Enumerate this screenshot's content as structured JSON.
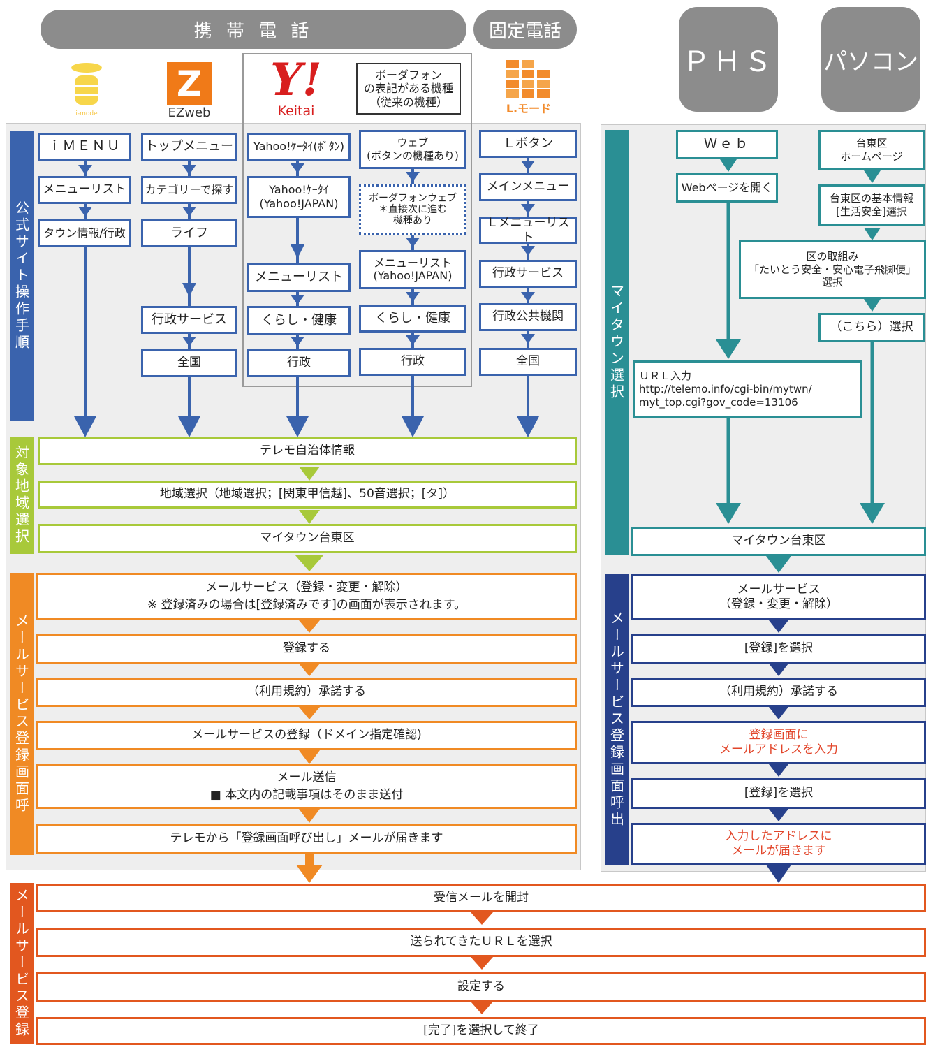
{
  "header": {
    "mobile": "携 帯 電 話",
    "landline": "固定電話",
    "phs": "ＰＨＳ",
    "pc": "パソコン"
  },
  "logos": {
    "imode": "i-mode",
    "ezweb": "EZweb",
    "yahoo_mark": "Y!",
    "yahoo_sub": "Keitai",
    "lmode": "L.モード"
  },
  "vodafone_note": "ボーダフォン\nの表記がある機種\n（従来の機種）",
  "side_labels": {
    "official": "公式サイト操作手順",
    "area": "対象地域選択",
    "mail_call": "メールサービス登録画面呼",
    "mytown": "マイタウン選択",
    "mail_call_right": "メールサービス登録画面呼出",
    "mail_register": "メールサービス登録"
  },
  "columns": {
    "imode": [
      "ｉＭＥＮＵ",
      "メニューリスト",
      "タウン情報/行政"
    ],
    "ezweb": [
      "トップメニュー",
      "カテゴリーで探す",
      "ライフ",
      "行政サービス",
      "全国"
    ],
    "yahoo_a": [
      "Yahoo!ｹｰﾀｲ(ﾎﾞﾀﾝ)",
      "Yahoo!ｹｰﾀｲ\n(Yahoo!JAPAN)",
      "メニューリスト",
      "くらし・健康",
      "行政"
    ],
    "yahoo_b": [
      "ウェブ\n(ボタンの機種あり)",
      "ボーダフォンウェブ\n＊直接次に進む\n機種あり",
      "メニューリスト\n(Yahoo!JAPAN)",
      "くらし・健康",
      "行政"
    ],
    "lmode": [
      "Ｌボタン",
      "メインメニュー",
      "Ｌメニューリスト",
      "行政サービス",
      "行政公共機関",
      "全国"
    ]
  },
  "area_steps": [
    "テレモ自治体情報",
    "地域選択（地域選択；[関東甲信越]、50音選択；[タ]）",
    "マイタウン台東区"
  ],
  "mail_steps_left": [
    "メールサービス（登録・変更・解除）\n※ 登録済みの場合は[登録済みです]の画面が表示されます。",
    "登録する",
    "（利用規約）承諾する",
    "メールサービスの登録（ドメイン指定確認)",
    "メール送信\n■ 本文内の記載事項はそのまま送付",
    "テレモから「登録画面呼び出し」メールが届きます"
  ],
  "phs_steps": [
    "Ｗｅｂ",
    "Webページを開く"
  ],
  "pc_steps": [
    "台東区\nホームページ",
    "台東区の基本情報\n[生活安全]選択",
    "区の取組み\n「たいとう安全・安心電子飛脚便」\n選択",
    "（こちら）選択"
  ],
  "url_box": "ＵＲＬ入力\nhttp://telemo.info/cgi-bin/mytwn/\nmyt_top.cgi?gov_code=13106",
  "mytown_right": "マイタウン台東区",
  "mail_steps_right": [
    {
      "text": "メールサービス\n（登録・変更・解除）",
      "red": false
    },
    {
      "text": "[登録]を選択",
      "red": false
    },
    {
      "text": "（利用規約）承諾する",
      "red": false
    },
    {
      "text": "登録画面に\nメールアドレスを入力",
      "red": true
    },
    {
      "text": "[登録]を選択",
      "red": false
    },
    {
      "text": "入力したアドレスに\nメールが届きます",
      "red": true
    }
  ],
  "final_steps": [
    "受信メールを開封",
    "送られてきたＵＲＬを選択",
    "設定する",
    "[完了]を選択して終了"
  ],
  "colors": {
    "blue": "#3a63ad",
    "teal": "#2a8f94",
    "green": "#a8c93a",
    "orange": "#f08a24",
    "navy": "#27408b",
    "red": "#e2571f"
  }
}
